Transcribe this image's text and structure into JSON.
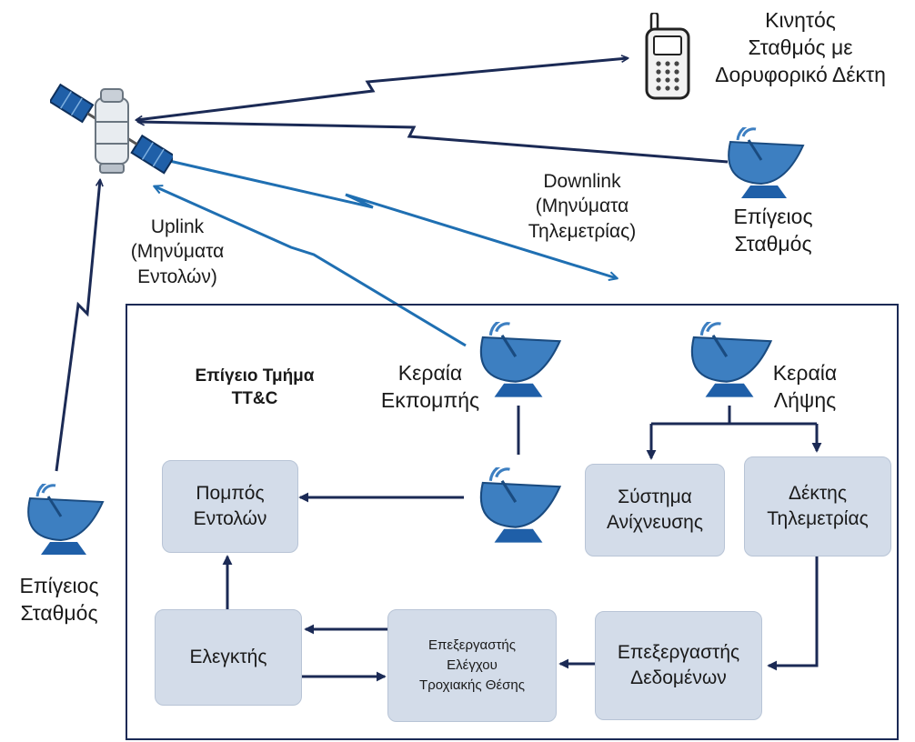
{
  "labels": {
    "mobile_station": [
      "Κινητός",
      "Σταθμός με",
      "Δορυφορικό Δέκτη"
    ],
    "ground_station_right": [
      "Επίγειος",
      "Σταθμός"
    ],
    "ground_station_left": [
      "Επίγειος",
      "Σταθμός"
    ],
    "downlink": [
      "Downlink",
      "(Μηνύματα",
      "Τηλεμετρίας)"
    ],
    "uplink": [
      "Uplink",
      "(Μηνύματα",
      "Εντολών)"
    ],
    "ground_segment_title": [
      "Επίγειο Τμήμα",
      "TT&C"
    ],
    "tx_antenna": [
      "Κεραία",
      "Εκπομπής"
    ],
    "rx_antenna": [
      "Κεραία",
      "Λήψης"
    ]
  },
  "boxes": {
    "command_transmitter": [
      "Πομπός",
      "Εντολών"
    ],
    "tracking_system": [
      "Σύστημα",
      "Ανίχνευσης"
    ],
    "telemetry_receiver": [
      "Δέκτης",
      "Τηλεμετρίας"
    ],
    "controller": [
      "Ελεγκτής"
    ],
    "orbit_processor": [
      "Επεξεργαστής",
      "Ελέγχου",
      "Τροχιακής Θέσης"
    ],
    "data_processor": [
      "Επεξεργαστής",
      "Δεδομένων"
    ]
  },
  "icons": {
    "satellite": "satellite-icon",
    "phone": "mobile-phone-icon",
    "dish": "dish-antenna-icon"
  },
  "colors": {
    "navy": "#1b2a55",
    "link_blue": "#1f6fb2",
    "box_fill": "#d3dce9"
  }
}
